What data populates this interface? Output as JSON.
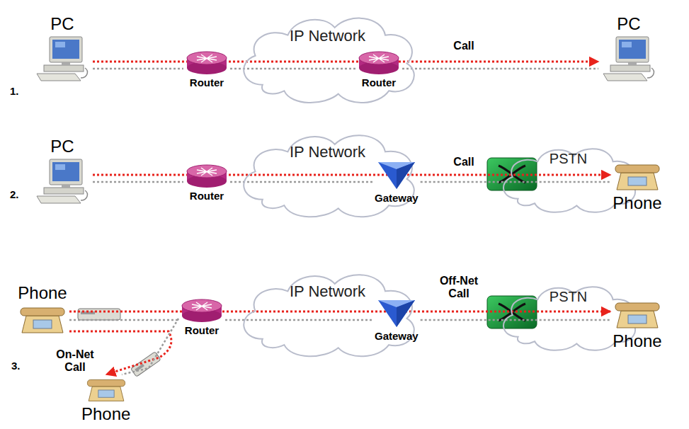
{
  "diagram": {
    "nodes": [
      {
        "text": [
          "PC"
        ]
      },
      {
        "text": [
          "Router"
        ]
      },
      {
        "text": [
          "IP Network"
        ]
      },
      {
        "text": [
          "Router"
        ]
      },
      {
        "text": [
          "PC"
        ]
      },
      {
        "text": [
          "PC"
        ]
      },
      {
        "text": [
          "Router"
        ]
      },
      {
        "text": [
          "IP Network"
        ]
      },
      {
        "text": [
          "Gateway"
        ]
      },
      {
        "text": [
          "PSTN"
        ]
      },
      {
        "text": [
          "Phone"
        ]
      },
      {
        "text": [
          "Phone"
        ]
      },
      {
        "text": [
          "Router"
        ]
      },
      {
        "text": [
          "IP Network"
        ]
      },
      {
        "text": [
          "Gateway"
        ]
      },
      {
        "text": [
          "PSTN"
        ]
      },
      {
        "text": [
          "Phone"
        ]
      },
      {
        "text": [
          "Phone"
        ]
      }
    ],
    "edges": [
      {
        "from": 0,
        "to": 4,
        "arrow": "to",
        "label": "Call"
      },
      {
        "from": 0,
        "to": 1,
        "arrow": "none"
      },
      {
        "from": 1,
        "to": 3,
        "arrow": "none"
      },
      {
        "from": 3,
        "to": 4,
        "arrow": "none"
      },
      {
        "from": 5,
        "to": 10,
        "arrow": "to",
        "label": "Call"
      },
      {
        "from": 5,
        "to": 6,
        "arrow": "none"
      },
      {
        "from": 6,
        "to": 8,
        "arrow": "none"
      },
      {
        "from": 8,
        "to": 10,
        "arrow": "none"
      },
      {
        "from": 11,
        "to": 16,
        "arrow": "to",
        "label": "Off-Net Call"
      },
      {
        "from": 11,
        "to": 17,
        "arrow": "to",
        "label": "On-Net Call"
      },
      {
        "from": 11,
        "to": 12,
        "arrow": "none"
      },
      {
        "from": 12,
        "to": 14,
        "arrow": "none"
      },
      {
        "from": 14,
        "to": 16,
        "arrow": "none"
      },
      {
        "from": 12,
        "to": 17,
        "arrow": "none"
      }
    ],
    "labels": [
      "1.",
      "2.",
      "3."
    ]
  }
}
